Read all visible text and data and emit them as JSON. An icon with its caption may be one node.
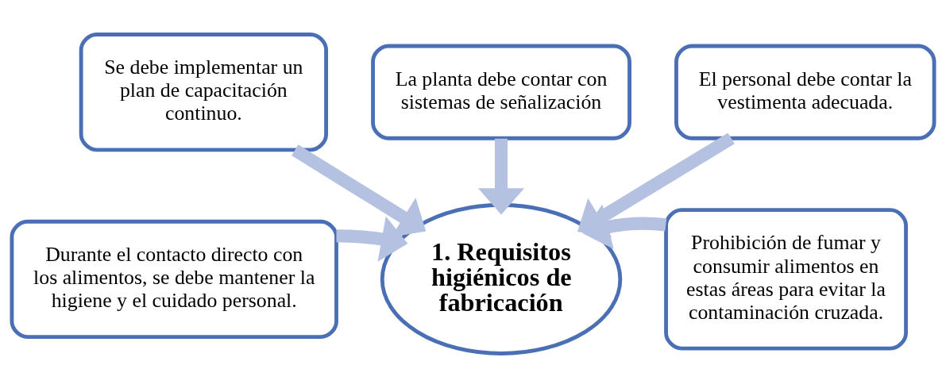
{
  "diagram": {
    "nodes": [
      {
        "text": [
          "La planta debe contar con sistemas de señalización"
        ]
      },
      {
        "text": [
          "Se debe implementar un plan de capacitación continuo."
        ]
      },
      {
        "text": [
          "El personal debe contar la vestimenta adecuada."
        ]
      },
      {
        "text": [
          "Durante el contacto directo con los alimentos, se debe mantener la higiene y el cuidado personal."
        ]
      },
      {
        "text": [
          "1. Requisitos higiénicos de fabricación"
        ]
      },
      {
        "text": [
          "Prohibición de fumar y consumir alimentos en estas áreas para evitar la contaminación cruzada."
        ]
      }
    ],
    "edges": [
      {
        "from": 0,
        "to": 4,
        "arrow": "to"
      },
      {
        "from": 1,
        "to": 4,
        "arrow": "to"
      },
      {
        "from": 2,
        "to": 4,
        "arrow": "to"
      },
      {
        "from": 3,
        "to": 4,
        "arrow": "to"
      },
      {
        "from": 5,
        "to": 4,
        "arrow": "to"
      }
    ]
  }
}
